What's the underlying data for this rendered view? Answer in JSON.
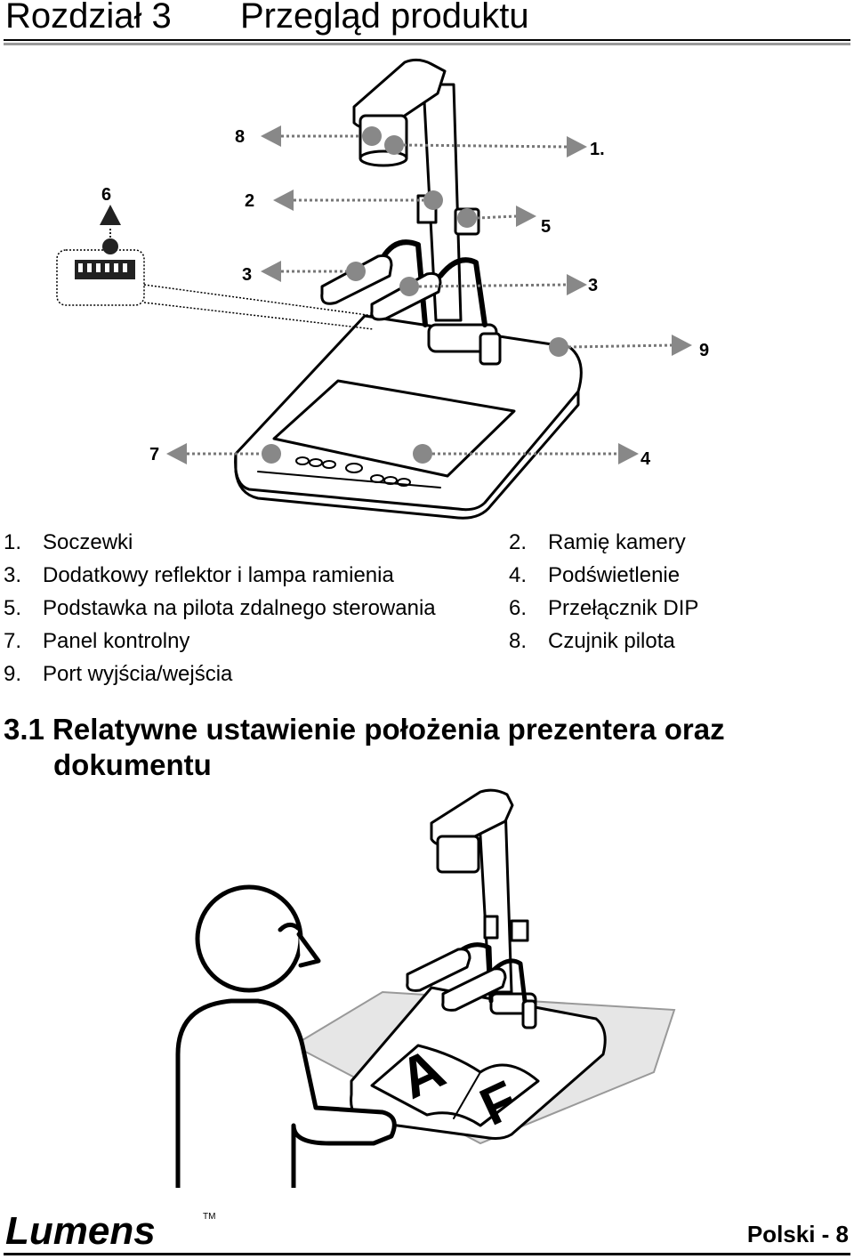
{
  "header": {
    "chapter": "Rozdział 3",
    "title": "Przegląd produktu"
  },
  "figure1": {
    "callouts": {
      "c8": "8",
      "c1": "1.",
      "c6": "6",
      "c2": "2",
      "c5": "5",
      "c3a": "3",
      "c3b": "3",
      "c9": "9",
      "c7": "7",
      "c4": "4"
    }
  },
  "parts": [
    {
      "num": "1.",
      "label": "Soczewki"
    },
    {
      "num": "2.",
      "label": "Ramię kamery"
    },
    {
      "num": "3.",
      "label": "Dodatkowy reflektor i lampa ramienia"
    },
    {
      "num": "4.",
      "label": "Podświetlenie"
    },
    {
      "num": "5.",
      "label": "Podstawka na pilota zdalnego sterowania"
    },
    {
      "num": "6.",
      "label": "Przełącznik DIP"
    },
    {
      "num": "7.",
      "label": "Panel kontrolny"
    },
    {
      "num": "8.",
      "label": "Czujnik pilota"
    },
    {
      "num": "9.",
      "label": "Port wyjścia/wejścia"
    }
  ],
  "section": {
    "heading_line1": "3.1 Relatywne ustawienie położenia prezentera oraz",
    "heading_line2": "dokumentu"
  },
  "figure2": {
    "letter_left": "A",
    "letter_right": "F"
  },
  "footer": {
    "logo_text": "Lumens",
    "tm": "TM",
    "page_label": "Polski - 8"
  }
}
